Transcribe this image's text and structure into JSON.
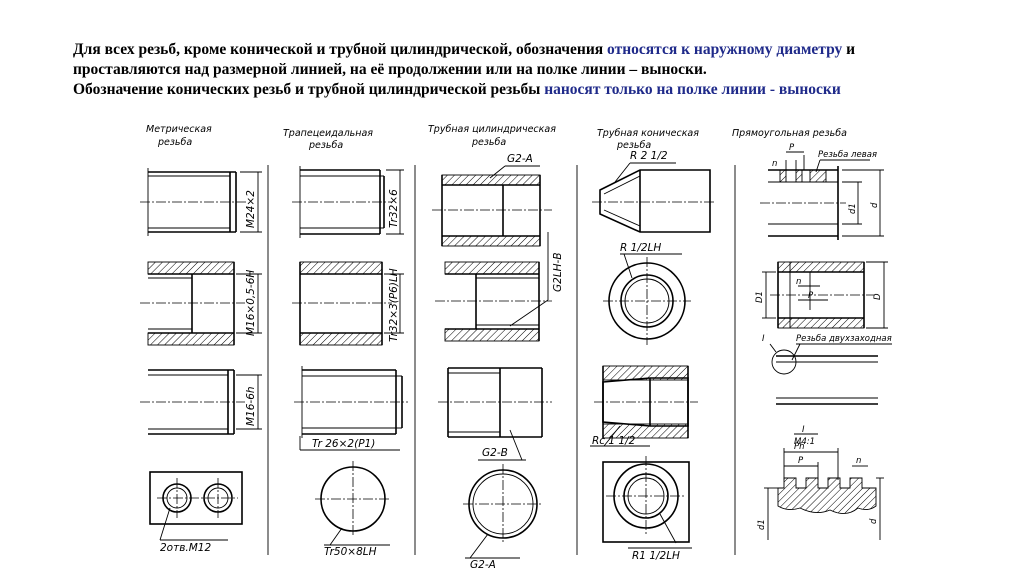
{
  "description": {
    "line1_a": "Для всех резьб, кроме конической и трубной цилиндрической, обозначения ",
    "line1_hl": "относятся к наружному диаметру",
    "line1_b": " и",
    "line2": "проставляются над размерной линией, на её продолжении или на полке линии – выноски.",
    "line3_a": "Обозначение конических резьб и трубной цилиндрической резьбы ",
    "line3_hl": "наносят только на полке линии - выноски"
  },
  "columns": {
    "metric": {
      "title1": "Метрическая",
      "title2": "резьба"
    },
    "trapezoidal": {
      "title1": "Трапецеидальная",
      "title2": "резьба"
    },
    "pipe_cyl": {
      "title1": "Трубная цилиндрическая",
      "title2": "резьба"
    },
    "pipe_con": {
      "title1": "Трубная коническая",
      "title2": "резьба"
    },
    "rect": {
      "title1": "Прямоугольная резьба"
    }
  },
  "labels": {
    "m24": "M24×2",
    "m16_05": "M16×0,5-6H",
    "m16_6h": "M16-6h",
    "holes": "2отв.M12",
    "tr32_6": "Tr32×6",
    "tr32_lh": "Tr32×3(P6)LH",
    "tr26": "Tr 26×2(P1)",
    "tr50": "Tr50×8LH",
    "g2a_top": "G2-A",
    "g2lhb": "G2LH-B",
    "g2b": "G2-B",
    "g2a_bot": "G2-A",
    "r2": "R 2 1/2",
    "r12lh": "R 1/2LH",
    "rc12": "Rc 1 1/2",
    "r1_12lh": "R1 1/2LH",
    "p": "P",
    "n": "n",
    "thread_left": "Резьба левая",
    "d1": "d1",
    "d": "d",
    "D1": "D1",
    "D": "D",
    "roman_i": "I",
    "thread_double": "Резьба двухзаходная",
    "ph": "Ph",
    "scale": "M4:1"
  }
}
